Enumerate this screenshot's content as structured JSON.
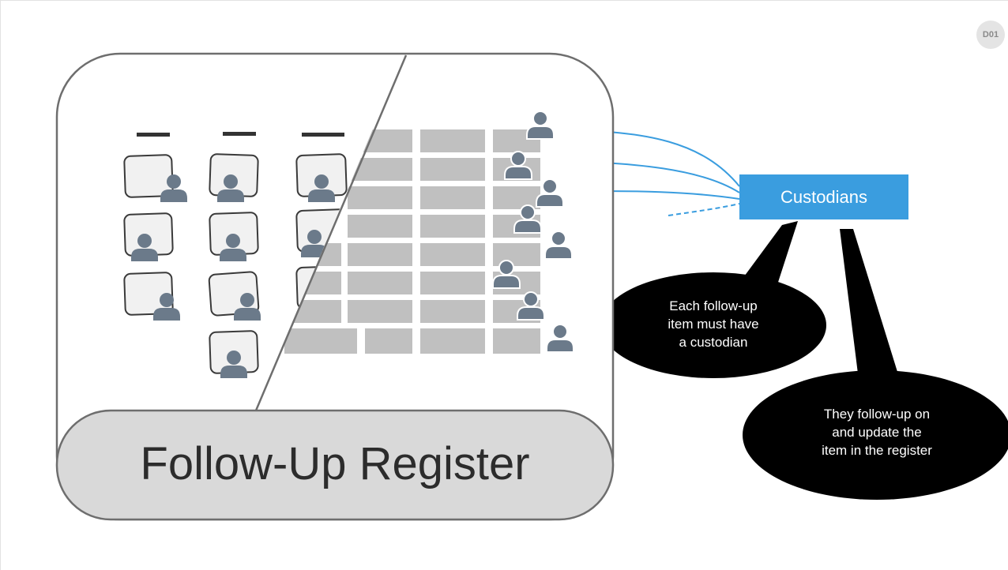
{
  "slide": {
    "badge": "D01",
    "register_title": "Follow-Up Register",
    "custodians_label": "Custodians",
    "note_custodian": "Each follow-up\nitem must have\na custodian",
    "note_update": "They follow-up on\nand update the\nitem in the register"
  },
  "colors": {
    "accent": "#3a9ddf",
    "person": "#6b7a8a",
    "table_cell": "#c0c0c0",
    "bubble": "#000000"
  },
  "icons": [
    "person-icon",
    "card-icon"
  ]
}
